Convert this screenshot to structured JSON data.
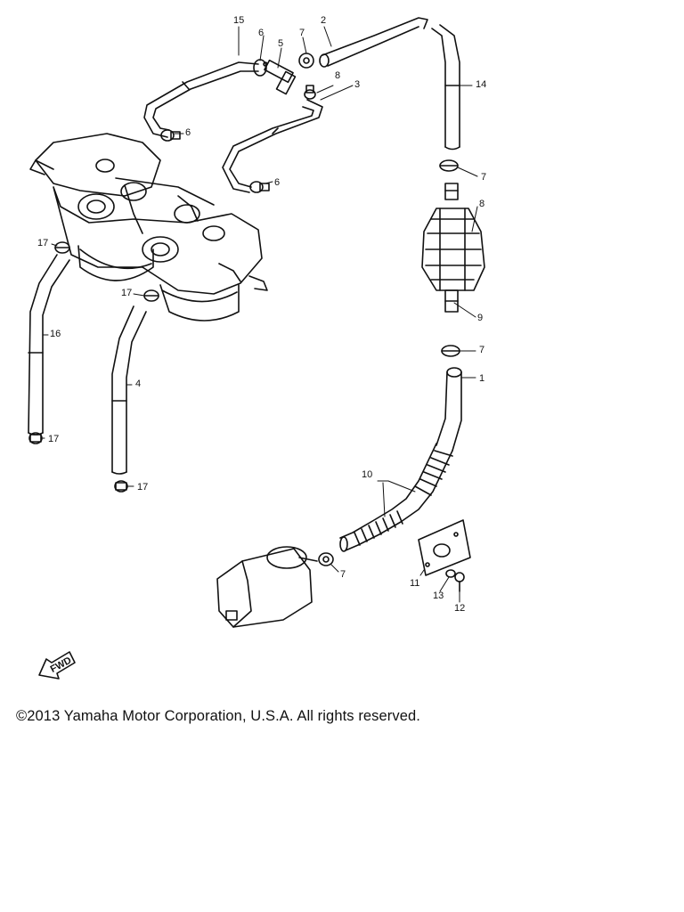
{
  "callouts": {
    "c1": "1",
    "c2": "2",
    "c3": "3",
    "c4": "4",
    "c5": "5",
    "c6a": "6",
    "c6b": "6",
    "c6c": "6",
    "c7a": "7",
    "c7b": "7",
    "c7c": "7",
    "c7d": "7",
    "c8a": "8",
    "c8b": "8",
    "c9": "9",
    "c10": "10",
    "c11": "11",
    "c12": "12",
    "c13": "13",
    "c14": "14",
    "c15": "15",
    "c16": "16",
    "c17a": "17",
    "c17b": "17",
    "c17c": "17",
    "c17d": "17"
  },
  "fwd_label": "FWD",
  "copyright": "©2013 Yamaha Motor Corporation, U.S.A. All rights reserved."
}
